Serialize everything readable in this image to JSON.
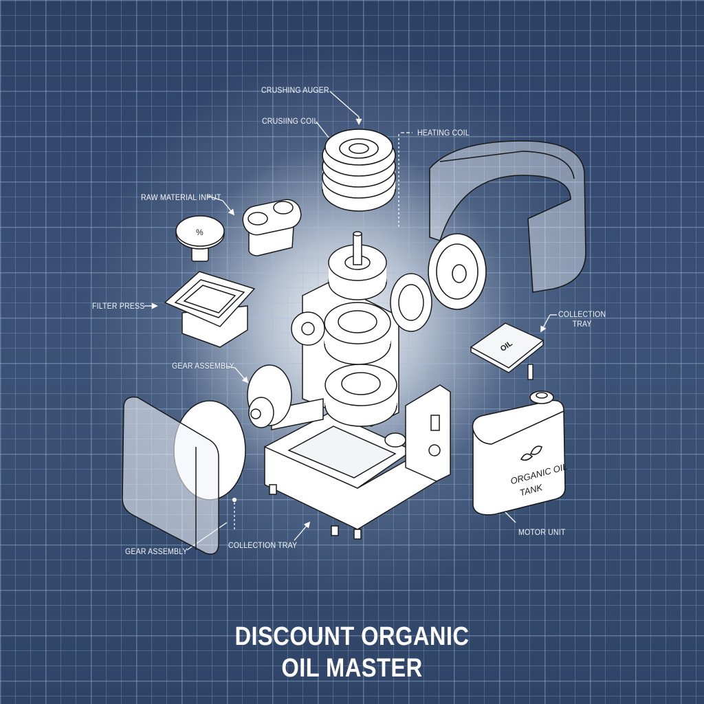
{
  "title": {
    "line1": "DISCOUNT ORGANIC",
    "line2": "OIL MASTER"
  },
  "labels": {
    "crushing_auger": "CRUSHING AUGER",
    "crushing_coil": "CRUSIING COIL",
    "heating_coil": "HEATING COIL",
    "raw_material_input": "RAW MATERIAL INPUT",
    "filter_press": "FILTER PRESS",
    "gear_assembly_top": "GEAR ASSEMBLY",
    "collection_tray_right": "COLLECTION\nTRAY",
    "gear_assembly_bottom": "GEAR ASSEMBLY",
    "collection_tray_bottom": "COLLECTION TRAY",
    "motor_unit": "MOTOR UNIT"
  },
  "part_text": {
    "tank_line1": "ORGANIC OIL",
    "tank_line2": "TANK",
    "tray_text": "OIL",
    "knob_symbol": "%"
  },
  "colors": {
    "background": "#2f4466",
    "grid_line": "#8aa3c4",
    "line_art": "#1a1a1a",
    "part_fill": "#ffffff",
    "label_text": "#f2f5fa"
  }
}
